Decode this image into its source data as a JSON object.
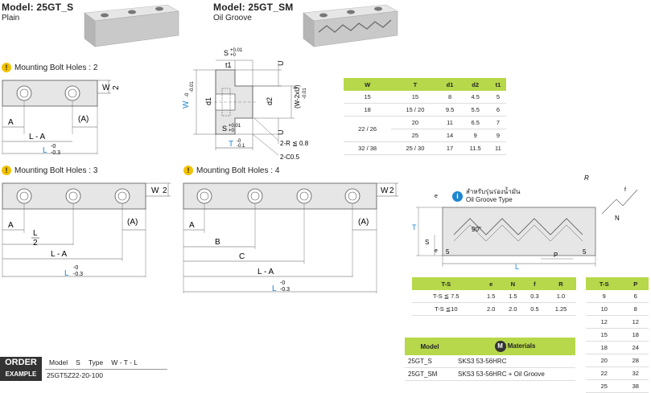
{
  "plain": {
    "title": "Model: 25GT_S",
    "subtitle": "Plain"
  },
  "groove": {
    "title": "Model: 25GT_SM",
    "subtitle": "Oil Groove"
  },
  "warnings": {
    "w2": "Mounting Bolt Holes : 2",
    "w3": "Mounting Bolt Holes : 3",
    "w4": "Mounting Bolt Holes : 4"
  },
  "dims": {
    "W": "W",
    "two": "2",
    "A": "A",
    "A_paren": "(A)",
    "L_minus_A": "L - A",
    "L": "L",
    "tol_0": "-0",
    "tol_03": "-0.3",
    "L_half_num": "L",
    "L_half_den": "2",
    "B": "B",
    "C": "C",
    "S": "S",
    "plus001": "+0.01",
    "plus0": "+0",
    "t1": "t1",
    "U": "U",
    "d1": "d1",
    "d2": "d2",
    "W_minus": "-0",
    "W_minus001": "-0.01",
    "W2U": "(W-2xU)",
    "W2U_0": "0",
    "W2U_001": "-0.01",
    "T": "T",
    "T_0": "-0",
    "T_01": "-0.1",
    "R08": "2-R ≦ 0.8",
    "C05": "2-C0.5"
  },
  "dim_table": {
    "headers": [
      "W",
      "T",
      "d1",
      "d2",
      "t1"
    ],
    "rows": [
      [
        "15",
        "15",
        "8",
        "4.5",
        "5"
      ],
      [
        "18",
        "15 / 20",
        "9.5",
        "5.5",
        "6"
      ],
      [
        "22 / 26",
        "20",
        "11",
        "6.5",
        "7"
      ],
      [
        "",
        "25",
        "14",
        "9",
        "9"
      ],
      [
        "32 / 38",
        "25 / 30",
        "17",
        "11.5",
        "11"
      ]
    ]
  },
  "groove_type": {
    "thai": "สำหรับรุ่นร่องน้ำมัน",
    "label": "Oil Groove Type",
    "e": "e",
    "T": "T",
    "S": "S",
    "angle": "90°",
    "five": "5",
    "P": "P",
    "L": "L",
    "R": "R",
    "f": "f",
    "N": "N"
  },
  "ts_table": {
    "headers": [
      "T-S",
      "e",
      "N",
      "f",
      "R"
    ],
    "rows": [
      [
        "T-S ≦ 7.5",
        "1.5",
        "1.5",
        "0.3",
        "1.0"
      ],
      [
        "T-S ≦10",
        "2.0",
        "2.0",
        "0.5",
        "1.25"
      ]
    ]
  },
  "p_table": {
    "headers": [
      "T-S",
      "P"
    ],
    "rows": [
      [
        "9",
        "6"
      ],
      [
        "10",
        "8"
      ],
      [
        "12",
        "12"
      ],
      [
        "15",
        "18"
      ],
      [
        "18",
        "24"
      ],
      [
        "20",
        "28"
      ],
      [
        "22",
        "32"
      ],
      [
        "25",
        "38"
      ]
    ]
  },
  "materials": {
    "col1": "Model",
    "col2": "Materials",
    "m_icon": "M",
    "rows": [
      [
        "25GT_S",
        "SKS3 53-56HRC"
      ],
      [
        "25GT_SM",
        "SKS3 53-56HRC + Oil Groove"
      ]
    ]
  },
  "order": {
    "order_label": "ORDER",
    "example_label": "EXAMPLE",
    "headers": [
      "Model",
      "S",
      "Type",
      "W - T - L"
    ],
    "example": "25GT5Z22-20-100"
  },
  "colors": {
    "accent_green": "#b7d84a",
    "blue": "#1e86d0",
    "warn": "#f2c200"
  }
}
